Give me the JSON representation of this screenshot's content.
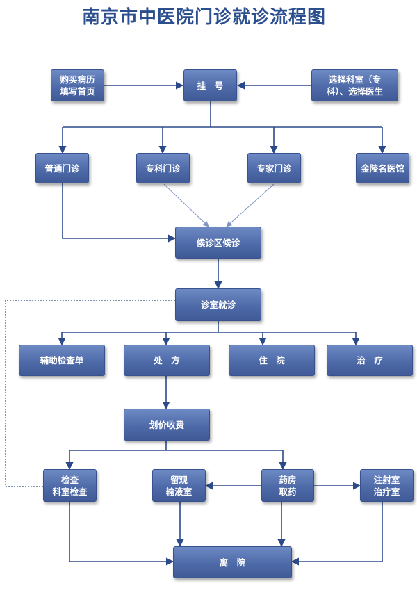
{
  "title": "南京市中医院门诊就诊流程图",
  "colors": {
    "node_fill": "#5571ae",
    "node_border": "#3a5190",
    "title": "#2b4f8f",
    "line": "#2c4a8a"
  },
  "nodes": {
    "purchase": "购买病历\n填写首页",
    "register": "挂　号",
    "select": "选择科室（专\n科）、选择医生",
    "general": "普通门诊",
    "specialty": "专科门诊",
    "expert": "专家门诊",
    "jinling": "金陵名医馆",
    "waiting": "候诊区候诊",
    "consult": "诊室就诊",
    "aux": "辅助检查单",
    "rx": "处　方",
    "inpatient": "住　院",
    "treatment": "治　疗",
    "billing": "划价收费",
    "exam": "检查\n科室检查",
    "infusion": "留观\n输液室",
    "pharmacy": "药房\n取药",
    "injection": "注射室\n治疗室",
    "leave": "离　院"
  }
}
